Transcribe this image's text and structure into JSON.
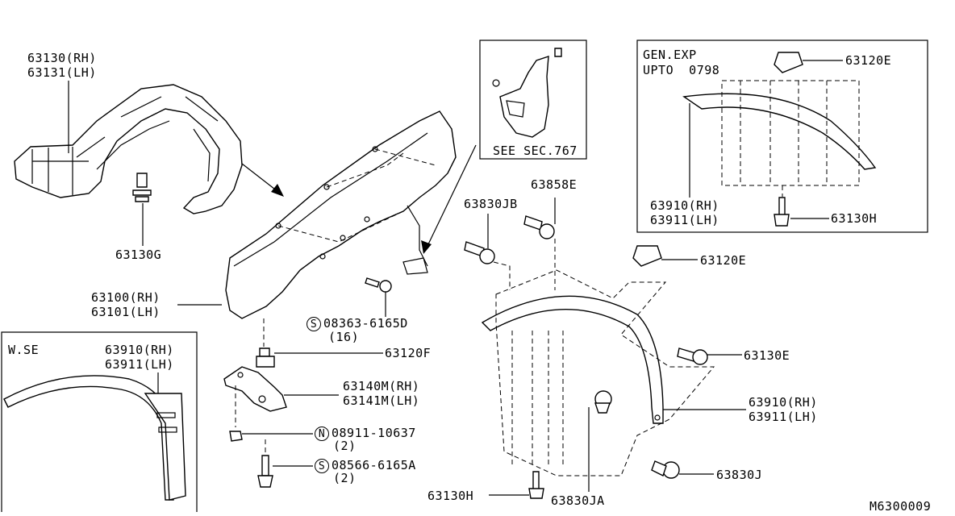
{
  "labels": {
    "p63130_rh": "63130(RH)",
    "p63131_lh": "63131(LH)",
    "p63130g": "63130G",
    "p63100_rh": "63100(RH)",
    "p63101_lh": "63101(LH)",
    "s08363": "08363-6165D",
    "s08363_qty": "(16)",
    "p63120f": "63120F",
    "p63140m_rh": "63140M(RH)",
    "p63141m_lh": "63141M(LH)",
    "n08911": "08911-10637",
    "n08911_qty": "(2)",
    "s08566": "08566-6165A",
    "s08566_qty": "(2)",
    "see_sec": "SEE SEC.767",
    "p63830jb": "63830JB",
    "p63858e": "63858E",
    "p63120e_mid": "63120E",
    "p63130e": "63130E",
    "p63910_rh_mid": "63910(RH)",
    "p63911_lh_mid": "63911(LH)",
    "p63830j": "63830J",
    "p63130h_bottom": "63130H",
    "p63830ja": "63830JA",
    "gen_exp": "GEN.EXP",
    "upto": "UPTO  0798",
    "p63120e_box": "63120E",
    "p63910_rh_box": "63910(RH)",
    "p63911_lh_box": "63911(LH)",
    "p63130h_box": "63130H",
    "wse": "W.SE",
    "p63910_rh_wse": "63910(RH)",
    "p63911_lh_wse": "63911(LH)",
    "drawing_code": "M6300009"
  },
  "symbols": {
    "s": "S",
    "n": "N"
  }
}
